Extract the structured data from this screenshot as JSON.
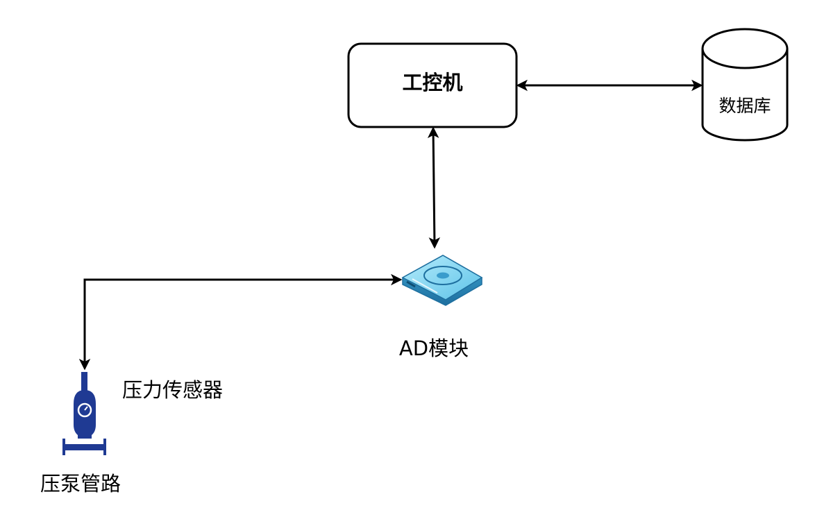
{
  "diagram": {
    "nodes": {
      "industrial_pc": {
        "label": "工控机",
        "shape": "rounded-rectangle"
      },
      "database": {
        "label": "数据库",
        "shape": "cylinder"
      },
      "ad_module": {
        "label": "AD模块",
        "icon": "hard-disk-icon"
      },
      "pressure_sensor": {
        "label": "压力传感器",
        "icon": "pressure-sensor-icon"
      },
      "pump_pipeline": {
        "label": "压泵管路",
        "icon": "pipeline-flange-icon"
      }
    },
    "edges": [
      {
        "from": "industrial_pc",
        "to": "database",
        "direction": "both"
      },
      {
        "from": "industrial_pc",
        "to": "ad_module",
        "direction": "both"
      },
      {
        "from": "ad_module",
        "to": "pressure_sensor",
        "direction": "both"
      }
    ],
    "colors": {
      "line": "#000000",
      "sensor_body": "#1f3a93",
      "disk_top": "#7fd3ef",
      "disk_side": "#3a9ccc",
      "disk_edge": "#1e6f9f"
    }
  }
}
